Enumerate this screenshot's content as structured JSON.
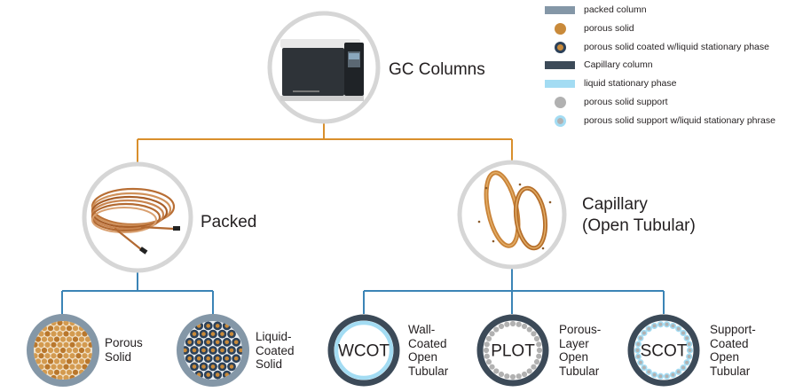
{
  "root": {
    "label": "GC Columns"
  },
  "packed": {
    "label": "Packed",
    "children": [
      {
        "label_lines": [
          "Porous",
          "Solid"
        ]
      },
      {
        "label_lines": [
          "Liquid-",
          "Coated",
          "Solid"
        ]
      }
    ]
  },
  "capillary": {
    "label_lines": [
      "Capillary",
      "(Open Tubular)"
    ],
    "children": [
      {
        "code": "WCOT",
        "label_lines": [
          "Wall-",
          "Coated",
          "Open",
          "Tubular"
        ]
      },
      {
        "code": "PLOT",
        "label_lines": [
          "Porous-",
          "Layer",
          "Open",
          "Tubular"
        ]
      },
      {
        "code": "SCOT",
        "label_lines": [
          "Support-",
          "Coated",
          "Open",
          "Tubular"
        ]
      }
    ]
  },
  "legend": [
    {
      "label": "packed column",
      "swatch": "bar",
      "color": "#8497a7"
    },
    {
      "label": "porous solid",
      "swatch": "dot",
      "color": "#c98a3a"
    },
    {
      "label": "porous solid coated w/liquid stationary phase",
      "swatch": "dot-coated",
      "color": "#c98a3a",
      "ring": "#2c4159"
    },
    {
      "label": "Capillary column",
      "swatch": "bar",
      "color": "#3c4a58"
    },
    {
      "label": "liquid stationary phase",
      "swatch": "bar",
      "color": "#a3dcf3"
    },
    {
      "label": "porous solid support",
      "swatch": "dot",
      "color": "#b1b1b1"
    },
    {
      "label": "porous solid support w/liquid stationary phrase",
      "swatch": "dot-ring",
      "color": "#b1b1b1",
      "ring": "#a3dcf3"
    }
  ],
  "colors": {
    "top_connector": "#d98f2c",
    "bottom_connector": "#3b84b6",
    "node_ring": "#d6d6d6",
    "column_wall": "#3c4a58",
    "packed_wall": "#8497a7",
    "porous_solid": "#c98a3a",
    "coating": "#2c4159",
    "liquid_phase": "#a3dcf3",
    "support": "#b1b1b1"
  }
}
